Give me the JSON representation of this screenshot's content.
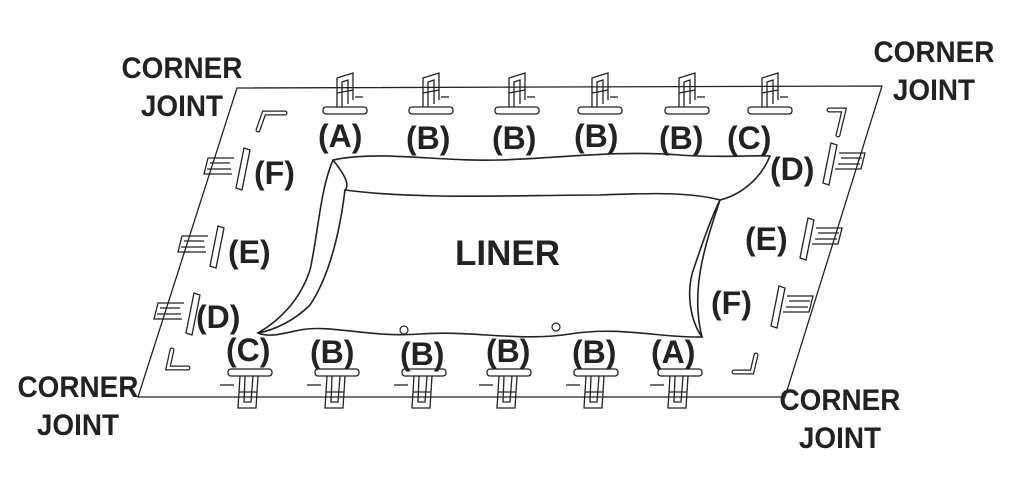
{
  "corner_labels": {
    "top_left": [
      "CORNER",
      "JOINT"
    ],
    "top_right": [
      "CORNER",
      "JOINT"
    ],
    "bottom_left": [
      "CORNER",
      "JOINT"
    ],
    "bottom_right": [
      "CORNER",
      "JOINT"
    ]
  },
  "liner_label": "LINER",
  "top_parts": [
    "(A)",
    "(B)",
    "(B)",
    "(B)",
    "(B)",
    "(C)"
  ],
  "bottom_parts": [
    "(C)",
    "(B)",
    "(B)",
    "(B)",
    "(B)",
    "(A)"
  ],
  "left_parts": [
    "(F)",
    "(E)",
    "(D)"
  ],
  "right_parts": [
    "(D)",
    "(E)",
    "(F)"
  ]
}
